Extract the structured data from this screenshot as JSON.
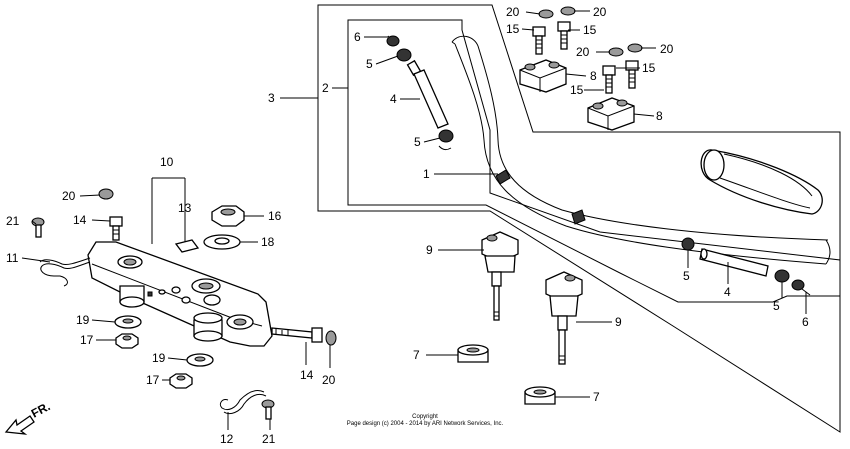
{
  "labels": {
    "l1": "1",
    "l2": "2",
    "l3": "3",
    "l4a": "4",
    "l4b": "4",
    "l5a": "5",
    "l5b": "5",
    "l5c": "5",
    "l5d": "5",
    "l6a": "6",
    "l6b": "6",
    "l7a": "7",
    "l7b": "7",
    "l8a": "8",
    "l8b": "8",
    "l9a": "9",
    "l9b": "9",
    "l10": "10",
    "l11": "11",
    "l12": "12",
    "l13": "13",
    "l14a": "14",
    "l14b": "14",
    "l15a": "15",
    "l15b": "15",
    "l15c": "15",
    "l15d": "15",
    "l16": "16",
    "l17a": "17",
    "l17b": "17",
    "l18": "18",
    "l19a": "19",
    "l19b": "19",
    "l20a": "20",
    "l20b": "20",
    "l20c": "20",
    "l20d": "20",
    "l20e": "20",
    "l20f": "20",
    "l21a": "21",
    "l21b": "21"
  },
  "direction_label": "FR.",
  "copyright": {
    "line1": "Copyright",
    "line2": "Page design (c) 2004 - 2014 by ARI Network Services, Inc."
  }
}
